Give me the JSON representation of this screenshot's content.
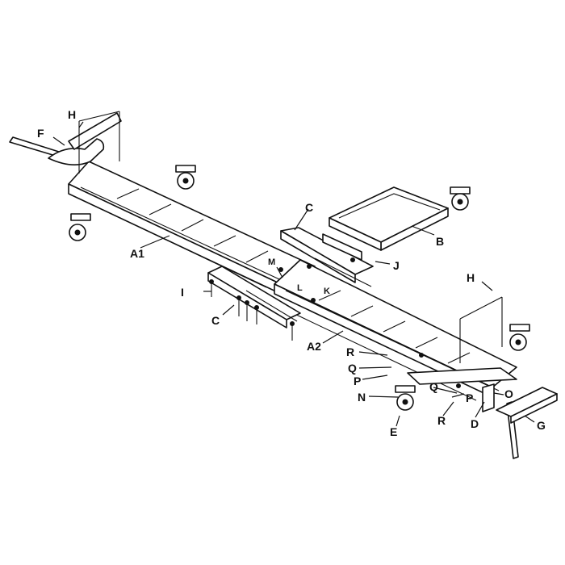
{
  "callouts": {
    "A1": "A1",
    "A2": "A2",
    "B": "B",
    "C_top": "C",
    "C_bottom": "C",
    "D": "D",
    "E": "E",
    "F": "F",
    "G": "G",
    "H_left": "H",
    "H_right": "H",
    "I": "I",
    "J": "J",
    "K": "K",
    "L": "L",
    "M": "M",
    "N": "N",
    "O": "O",
    "P_left": "P",
    "P_right": "P",
    "Q_left": "Q",
    "Q_right": "Q",
    "R_left": "R",
    "R_right": "R"
  }
}
